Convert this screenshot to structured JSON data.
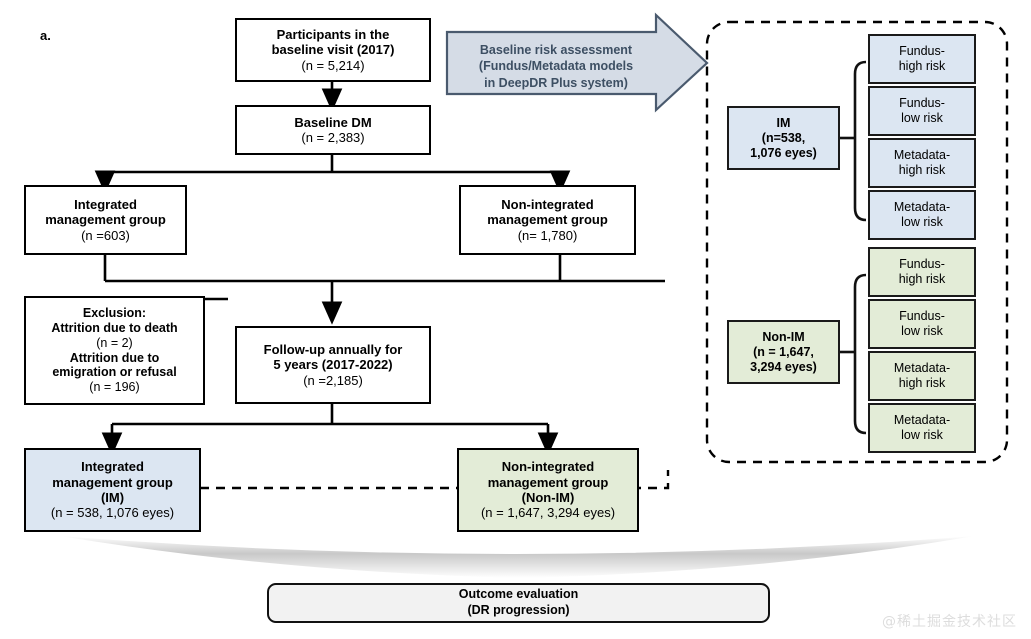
{
  "figure": {
    "panel_label": "a.",
    "watermark": "@稀土掘金技术社区"
  },
  "colors": {
    "blue_fill": "#dce6f2",
    "green_fill": "#e3ecd7",
    "arrow_fill": "#d5dce6",
    "arrow_stroke": "#4a5a6e",
    "arrow_text": "#3d4f63",
    "outcome_fill": "#f2f2f2",
    "line": "#000000"
  },
  "flow": {
    "participants": {
      "line1": "Participants in the",
      "line2": "baseline visit (2017)",
      "line3": "(n = 5,214)"
    },
    "baseline_dm": {
      "line1": "Baseline DM",
      "line2": "(n = 2,383)"
    },
    "integrated_group": {
      "line1": "Integrated",
      "line2": "management group",
      "line3": "(n =603)"
    },
    "non_integrated_group": {
      "line1": "Non-integrated",
      "line2": "management group",
      "line3": "(n= 1,780)"
    },
    "exclusion": {
      "line1": "Exclusion:",
      "line2": "Attrition due to death",
      "line3": "(n = 2)",
      "line4": "Attrition due to",
      "line5": "emigration or refusal",
      "line6": "(n = 196)"
    },
    "followup": {
      "line1": "Follow-up annually for",
      "line2": "5 years (2017-2022)",
      "line3": "(n =2,185)"
    },
    "im_final": {
      "line1": "Integrated",
      "line2": "management group",
      "line3": "(IM)",
      "line4": "(n = 538, 1,076 eyes)"
    },
    "non_im_final": {
      "line1": "Non-integrated",
      "line2": "management group",
      "line3": "(Non-IM)",
      "line4": "(n = 1,647, 3,294 eyes)"
    },
    "outcome": {
      "line1": "Outcome evaluation",
      "line2": "(DR progression)"
    }
  },
  "assessment_arrow": {
    "line1": "Baseline risk assessment",
    "line2": "(Fundus/Metadata models",
    "line3": "in DeepDR Plus system)"
  },
  "right_panel": {
    "im_group": {
      "box": {
        "line1": "IM",
        "line2": "(n=538,",
        "line3": "1,076 eyes)"
      },
      "risks": [
        {
          "line1": "Fundus-",
          "line2": "high risk"
        },
        {
          "line1": "Fundus-",
          "line2": "low risk"
        },
        {
          "line1": "Metadata-",
          "line2": "high risk"
        },
        {
          "line1": "Metadata-",
          "line2": "low risk"
        }
      ]
    },
    "non_im_group": {
      "box": {
        "line1": "Non-IM",
        "line2": "(n = 1,647,",
        "line3": "3,294 eyes)"
      },
      "risks": [
        {
          "line1": "Fundus-",
          "line2": "high risk"
        },
        {
          "line1": "Fundus-",
          "line2": "low risk"
        },
        {
          "line1": "Metadata-",
          "line2": "high risk"
        },
        {
          "line1": "Metadata-",
          "line2": "low risk"
        }
      ]
    }
  }
}
